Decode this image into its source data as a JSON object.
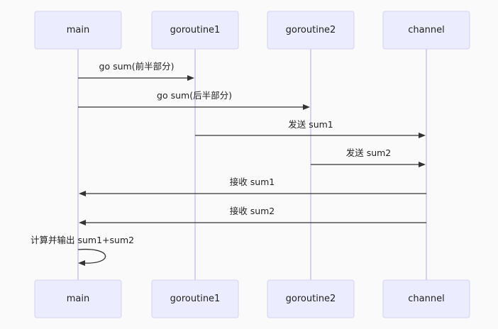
{
  "colors": {
    "background": "#fafafa",
    "actor_fill": "#ececff",
    "actor_border": "#d9d0f2",
    "lifeline": "#c9c2ee",
    "arrow": "#333333",
    "text": "#222222"
  },
  "participants": [
    {
      "id": "main",
      "label": "main"
    },
    {
      "id": "goroutine1",
      "label": "goroutine1"
    },
    {
      "id": "goroutine2",
      "label": "goroutine2"
    },
    {
      "id": "channel",
      "label": "channel"
    }
  ],
  "messages": [
    {
      "from": "main",
      "to": "goroutine1",
      "label": "go sum(前半部分)"
    },
    {
      "from": "main",
      "to": "goroutine2",
      "label": "go sum(后半部分)"
    },
    {
      "from": "goroutine1",
      "to": "channel",
      "label": "发送 sum1"
    },
    {
      "from": "goroutine2",
      "to": "channel",
      "label": "发送 sum2"
    },
    {
      "from": "channel",
      "to": "main",
      "label": "接收 sum1"
    },
    {
      "from": "channel",
      "to": "main",
      "label": "接收 sum2"
    },
    {
      "from": "main",
      "to": "main",
      "label": "计算并输出 sum1+sum2"
    }
  ]
}
